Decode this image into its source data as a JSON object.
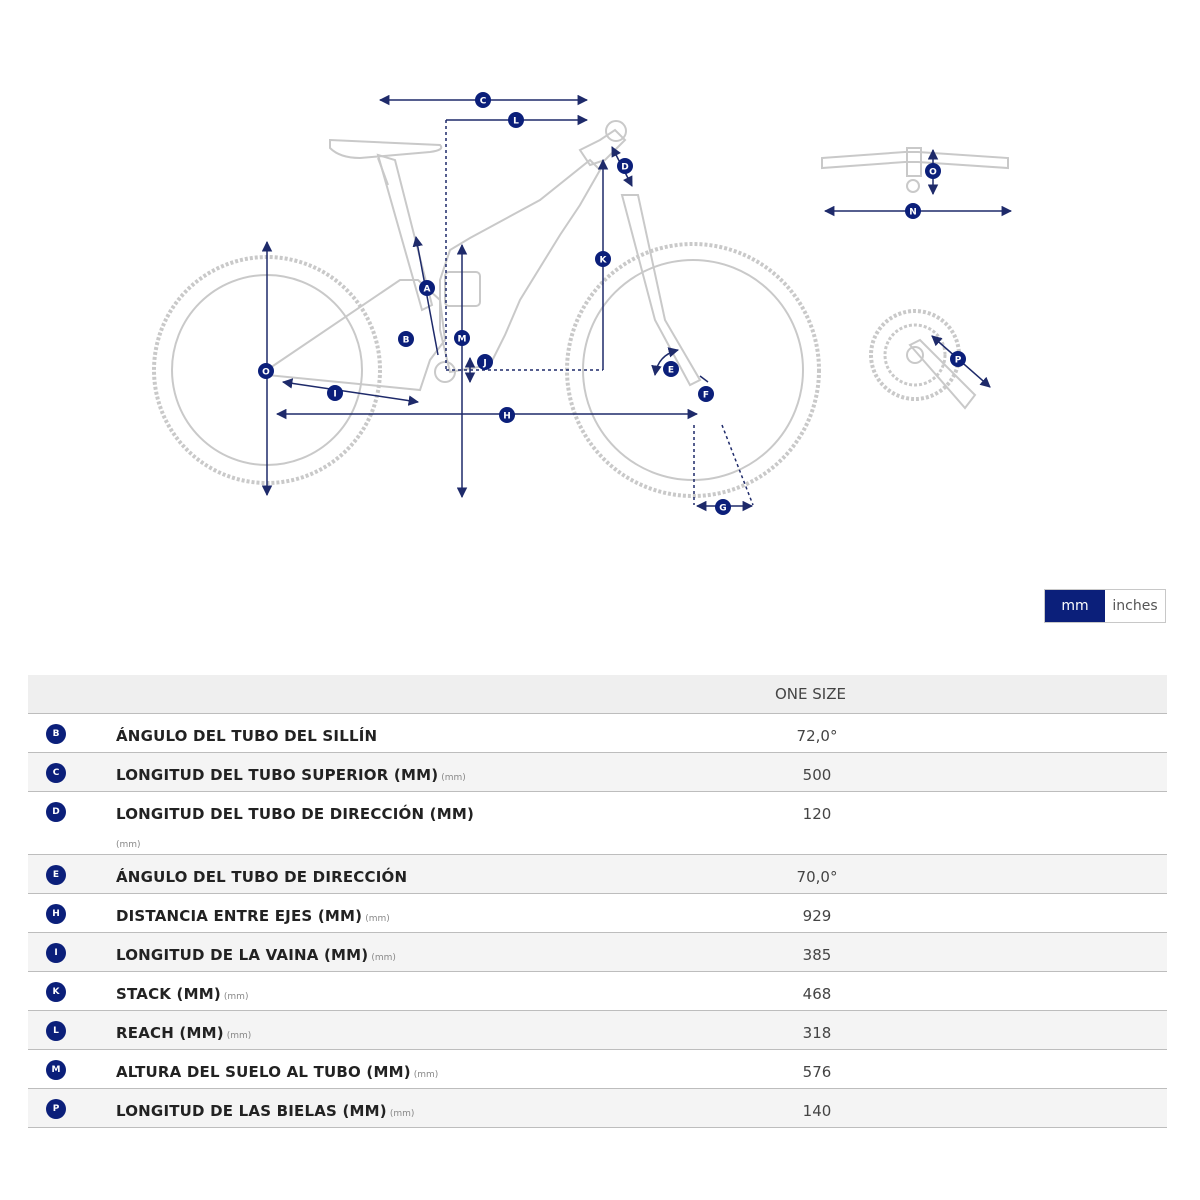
{
  "unit_toggle": {
    "mm_label": "mm",
    "inches_label": "inches",
    "selected": "mm"
  },
  "diagram": {
    "bike_markers": [
      "C",
      "L",
      "D",
      "K",
      "A",
      "B",
      "M",
      "J",
      "O",
      "I",
      "H",
      "E",
      "F",
      "G"
    ],
    "handlebar_markers": [
      "O",
      "N"
    ],
    "crank_markers": [
      "P"
    ],
    "accent_color": "#0b1f7a",
    "line_color": "#1e2a6a",
    "bike_outline_color": "#c9c9c9"
  },
  "table": {
    "size_header": "ONE SIZE",
    "rows": [
      {
        "badge": "B",
        "label": "ÁNGULO DEL TUBO DEL SILLÍN",
        "unit": "",
        "value": "72,0°"
      },
      {
        "badge": "C",
        "label": "LONGITUD DEL TUBO SUPERIOR (MM)",
        "unit": "(mm)",
        "value": "500"
      },
      {
        "badge": "D",
        "label": "LONGITUD DEL TUBO DE DIRECCIÓN (MM)",
        "unit": "(mm)",
        "value": "120"
      },
      {
        "badge": "E",
        "label": "ÁNGULO DEL TUBO DE DIRECCIÓN",
        "unit": "",
        "value": "70,0°"
      },
      {
        "badge": "H",
        "label": "DISTANCIA ENTRE EJES (MM)",
        "unit": "(mm)",
        "value": "929"
      },
      {
        "badge": "I",
        "label": "LONGITUD DE LA VAINA (MM)",
        "unit": "(mm)",
        "value": "385"
      },
      {
        "badge": "K",
        "label": "STACK (MM)",
        "unit": "(mm)",
        "value": "468"
      },
      {
        "badge": "L",
        "label": "REACH (MM)",
        "unit": "(mm)",
        "value": "318"
      },
      {
        "badge": "M",
        "label": "ALTURA DEL SUELO AL TUBO (MM)",
        "unit": "(mm)",
        "value": "576"
      },
      {
        "badge": "P",
        "label": "LONGITUD DE LAS BIELAS (MM)",
        "unit": "(mm)",
        "value": "140"
      }
    ]
  }
}
